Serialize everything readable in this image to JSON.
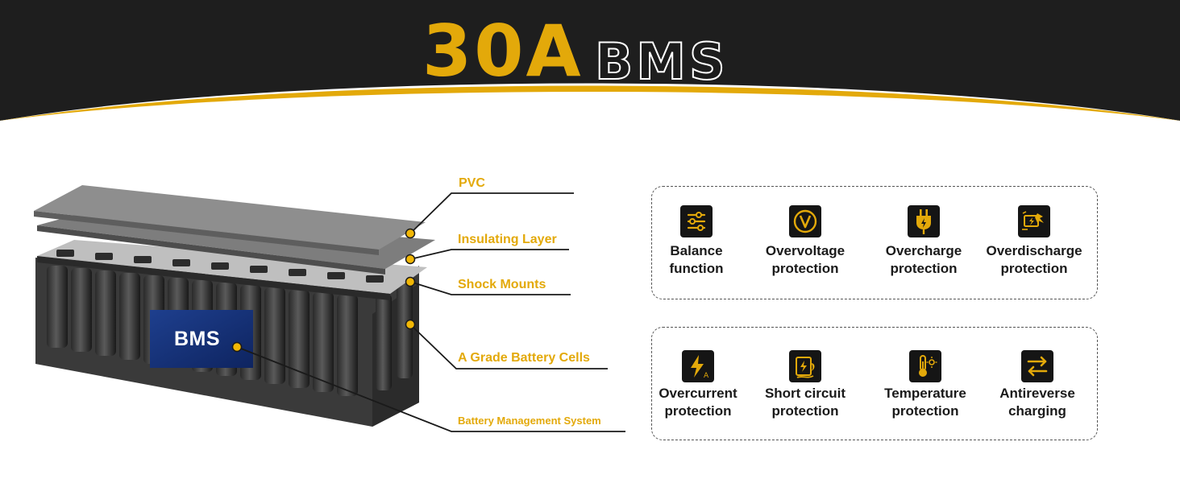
{
  "header": {
    "title_big": "30A",
    "title_small": "BMS",
    "colors": {
      "dark": "#1e1e1e",
      "accent": "#e3a90a"
    }
  },
  "diagram": {
    "callouts": {
      "pvc": "PVC",
      "insulating": "Insulating Layer",
      "shock": "Shock Mounts",
      "cells": "A Grade Battery Cells",
      "bms": "Battery Management System"
    },
    "bms_label": "BMS"
  },
  "features_top": [
    {
      "label": "Balance\nfunction",
      "icon": "sliders-icon"
    },
    {
      "label": "Overvoltage\nprotection",
      "icon": "voltage-icon"
    },
    {
      "label": "Overcharge\nprotection",
      "icon": "plug-icon"
    },
    {
      "label": "Overdischarge\nprotection",
      "icon": "discharge-icon"
    }
  ],
  "features_bottom": [
    {
      "label": "Overcurrent\nprotection",
      "icon": "lightning-icon"
    },
    {
      "label": "Short circuit\nprotection",
      "icon": "short-circuit-icon"
    },
    {
      "label": "Temperature\nprotection",
      "icon": "thermometer-icon"
    },
    {
      "label": "Antireverse\ncharging",
      "icon": "reverse-arrows-icon"
    }
  ]
}
